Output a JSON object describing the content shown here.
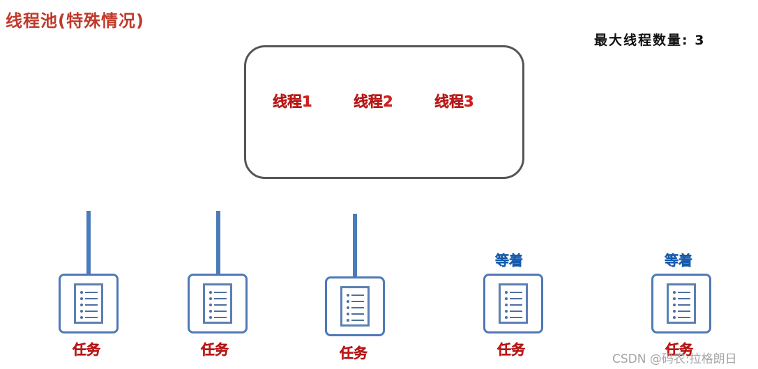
{
  "title": "线程池(特殊情况)",
  "max_threads": {
    "text": "最大线程数量: 3"
  },
  "pool": {
    "threads": [
      "线程1",
      "线程2",
      "线程3"
    ]
  },
  "tasks": [
    {
      "label": "任务",
      "status": ""
    },
    {
      "label": "任务",
      "status": ""
    },
    {
      "label": "任务",
      "status": ""
    },
    {
      "label": "任务",
      "status": "等着"
    },
    {
      "label": "任务",
      "status": "等着"
    }
  ],
  "watermark": "CSDN @码农:拉格朗日",
  "colors": {
    "title": "#c0392b",
    "thread_label": "#d61e1e",
    "wait_label": "#1f6fcf",
    "connector": "#4a7cb8",
    "icon_border": "#4f79b6"
  },
  "icons": {
    "task": "document-list-icon"
  }
}
